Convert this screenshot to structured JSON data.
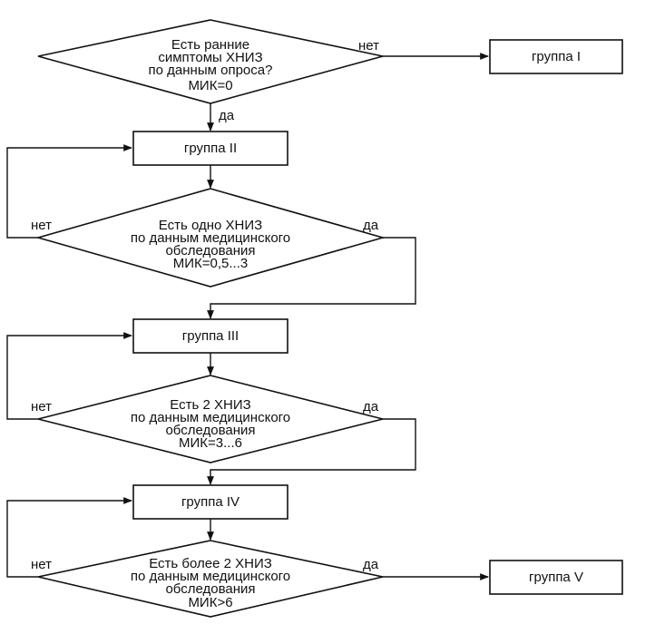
{
  "decisions": [
    {
      "lines": [
        "Есть  ранние",
        "симптомы ХНИЗ",
        "по данным опроса?",
        "МИК=0"
      ],
      "yes": "да",
      "no": "нет"
    },
    {
      "lines": [
        "Есть одно ХНИЗ",
        "по данным медицинского",
        "обследования",
        "МИК=0,5...3"
      ],
      "yes": "да",
      "no": "нет"
    },
    {
      "lines": [
        "Есть 2 ХНИЗ",
        "по данным медицинского",
        "обследования",
        "МИК=3...6"
      ],
      "yes": "да",
      "no": "нет"
    },
    {
      "lines": [
        "Есть более 2 ХНИЗ",
        "по данным медицинского",
        "обследования",
        "МИК>6"
      ],
      "yes": "да",
      "no": "нет"
    }
  ],
  "groups": {
    "g1": "группа I",
    "g2": "группа II",
    "g3": "группа III",
    "g4": "группа IV",
    "g5": "группа V"
  }
}
